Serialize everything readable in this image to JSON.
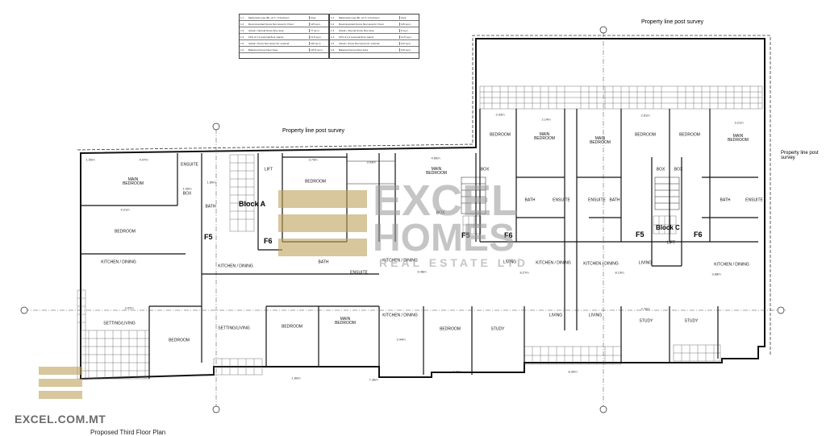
{
  "caption": "Proposed Third Floor Plan",
  "property_line": "Property line post survey",
  "brand": {
    "site": "EXCEL.COM.MT",
    "watermark_line1": "EXCEL",
    "watermark_line2": "HOMES",
    "watermark_line3": "REAL ESTATE LTD",
    "color": "#c8a35a"
  },
  "blocks": {
    "a": "Block A",
    "c": "Block C"
  },
  "flats": {
    "f5": "F5",
    "f6": "F6"
  },
  "rooms": {
    "main_bedroom": "MAIN BEDROOM",
    "bedroom": "BEDROOM",
    "ensuite": "ENSUITE",
    "box": "BOX",
    "bath": "BATH",
    "lift": "LIFT",
    "kitchen_dining": "KITCHEN / DINING",
    "setting_living": "SETTING/LIVING",
    "living": "LIVING",
    "study": "STUDY"
  },
  "dims": {
    "d1": "1.50m",
    "d2": "4.07m",
    "d3": "1.00m",
    "d4": "1.80m",
    "d5": "3.74m",
    "d6": "4.21m",
    "d7": "3.93m",
    "d8": "4.80m",
    "d9": "2.93m",
    "d10": "2.14m",
    "d11": "2.81m",
    "d12": "3.21m",
    "d13": "8.27m",
    "d14": "8.13m",
    "d15": "3.88m",
    "d16": "6.48m",
    "d17": "3.02m",
    "d18": "2.76m",
    "d19": "3.44m",
    "d20": "7.36m",
    "d21": "1.70m",
    "d22": "8.30m",
    "d23": "1.80m"
  },
  "schedule": {
    "left": [
      [
        "1.1",
        "Maisonette type (B), ref 1 / 2 bedroom",
        "Area"
      ],
      [
        "1.2",
        "Recommended Gross floor area for 3 bed",
        "115 sq.m."
      ],
      [
        "1.3",
        "Actual • Internal Gross floor area",
        "77 sq.m."
      ],
      [
        "1.4",
        "10% of 1.2 (external floor space)",
        "11.5 sq.m."
      ],
      [
        "1.5",
        "Actual • Gross floor area incl. external",
        "100 sq.m."
      ],
      [
        "1.6",
        "Balanced Gross Floor Area",
        "115.5 sq.m."
      ]
    ],
    "right": [
      [
        "1.1",
        "Maisonette type (B), ref 3 / 2 bedroom",
        "Area"
      ],
      [
        "1.2",
        "Recommended Gross floor area for 3 bed",
        "115 sq.m."
      ],
      [
        "1.3",
        "Actual • Internal Gross floor area",
        "9 sq.m."
      ],
      [
        "1.4",
        "10% of 1.2 (external floor space)",
        "11.5 sq.m."
      ],
      [
        "1.5",
        "Actual • Gross floor area incl. external",
        "112 sq.m."
      ],
      [
        "1.6",
        "Balanced Gross Floor Area",
        "115 sq.m."
      ]
    ]
  }
}
